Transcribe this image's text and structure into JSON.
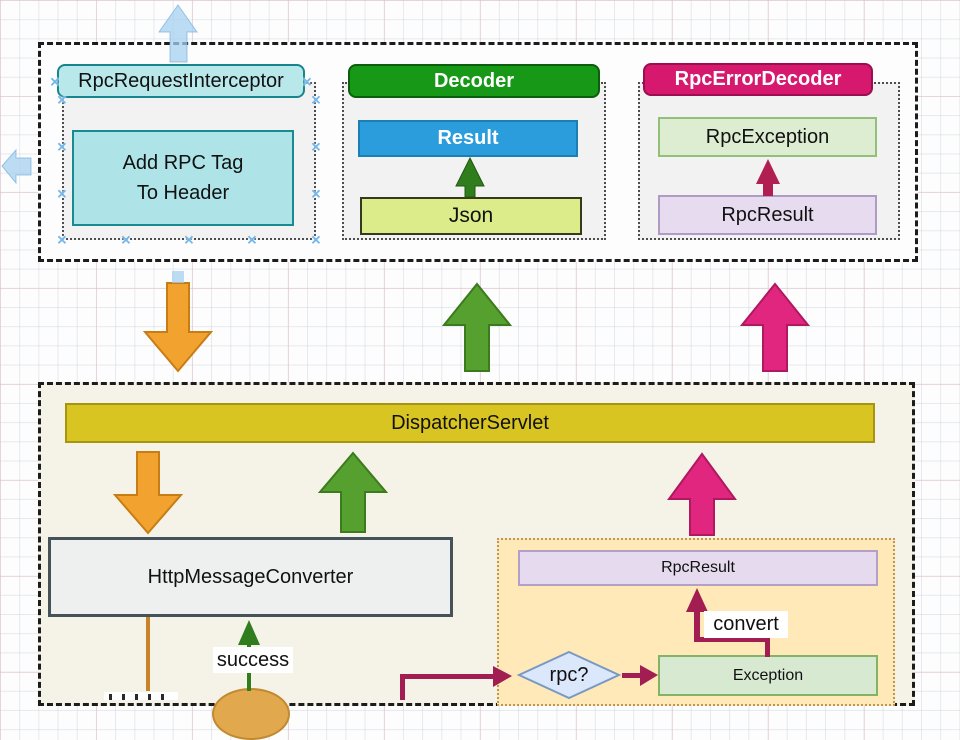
{
  "diagram": {
    "interceptor_group": {
      "title": "RpcRequestInterceptor",
      "body_line1": "Add RPC Tag",
      "body_line2": "To Header"
    },
    "decoder_group": {
      "title": "Decoder",
      "top_box": "Result",
      "bottom_box": "Json"
    },
    "error_decoder_group": {
      "title": "RpcErrorDecoder",
      "top_box": "RpcException",
      "bottom_box": "RpcResult"
    },
    "dispatcher": {
      "label": "DispatcherServlet"
    },
    "http_converter": {
      "label": "HttpMessageConverter"
    },
    "success_label": "success",
    "rpc_flow": {
      "rpc_result": "RpcResult",
      "convert_label": "convert",
      "decision": "rpc?",
      "exception": "Exception"
    }
  },
  "colors": {
    "orange_arrow": "#f2a22f",
    "green_arrow": "#55a02e",
    "pink_arrow": "#e0267e",
    "green_connector": "#2f7d1c",
    "maroon_connector": "#a11d52",
    "decoder_header": "#179917",
    "error_header": "#d6186e",
    "dispatcher_fill": "#d9c522",
    "teal_fill": "#aee4e8",
    "result_blue": "#2b9ddd",
    "json_fill": "#dcec8a",
    "lavender_fill": "#e6dbee",
    "light_green_fill": "#d7e9d1",
    "diamond_fill": "#dbe8fb",
    "selection_handle": "#74b7ea"
  }
}
